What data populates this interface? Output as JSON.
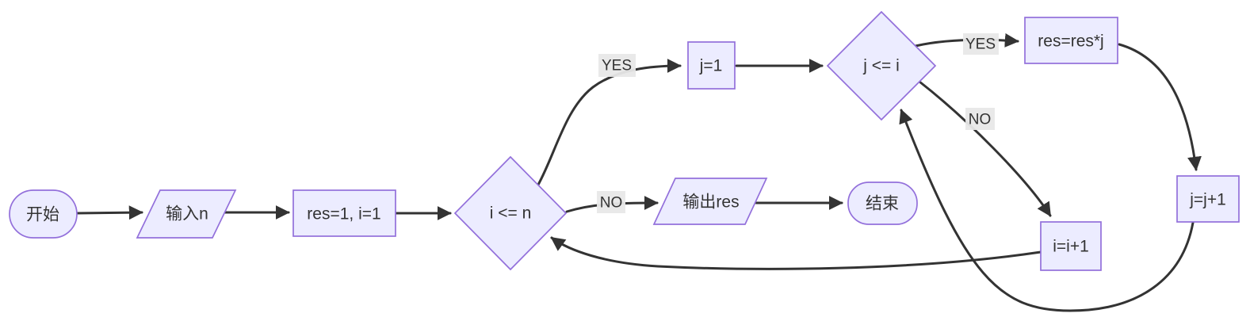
{
  "diagram": {
    "type": "flowchart",
    "direction": "left-to-right",
    "background": "#ffffff",
    "colors": {
      "node_fill": "#ECECFF",
      "node_border": "#9370DB",
      "text": "#333333",
      "edge": "#333333",
      "edge_label_bg": "#e8e8e8"
    },
    "nodes": {
      "start": {
        "label": "开始",
        "shape": "stadium"
      },
      "input_n": {
        "label": "输入n",
        "shape": "parallelogram"
      },
      "init": {
        "label": "res=1, i=1",
        "shape": "rectangle"
      },
      "cond_outer": {
        "label": "i <= n",
        "shape": "diamond"
      },
      "j_init": {
        "label": "j=1",
        "shape": "rectangle"
      },
      "cond_inner": {
        "label": "j <= i",
        "shape": "diamond"
      },
      "multiply": {
        "label": "res=res*j",
        "shape": "rectangle"
      },
      "j_inc": {
        "label": "j=j+1",
        "shape": "rectangle"
      },
      "i_inc": {
        "label": "i=i+1",
        "shape": "rectangle"
      },
      "output": {
        "label": "输出res",
        "shape": "parallelogram"
      },
      "end": {
        "label": "结束",
        "shape": "stadium"
      }
    },
    "edges": [
      {
        "from": "start",
        "to": "input_n",
        "label": ""
      },
      {
        "from": "input_n",
        "to": "init",
        "label": ""
      },
      {
        "from": "init",
        "to": "cond_outer",
        "label": ""
      },
      {
        "from": "cond_outer",
        "to": "j_init",
        "label": "YES"
      },
      {
        "from": "j_init",
        "to": "cond_inner",
        "label": ""
      },
      {
        "from": "cond_inner",
        "to": "multiply",
        "label": "YES"
      },
      {
        "from": "multiply",
        "to": "j_inc",
        "label": ""
      },
      {
        "from": "j_inc",
        "to": "cond_inner",
        "label": ""
      },
      {
        "from": "cond_inner",
        "to": "i_inc",
        "label": "NO"
      },
      {
        "from": "i_inc",
        "to": "cond_outer",
        "label": ""
      },
      {
        "from": "cond_outer",
        "to": "output",
        "label": "NO"
      },
      {
        "from": "output",
        "to": "end",
        "label": ""
      }
    ]
  }
}
